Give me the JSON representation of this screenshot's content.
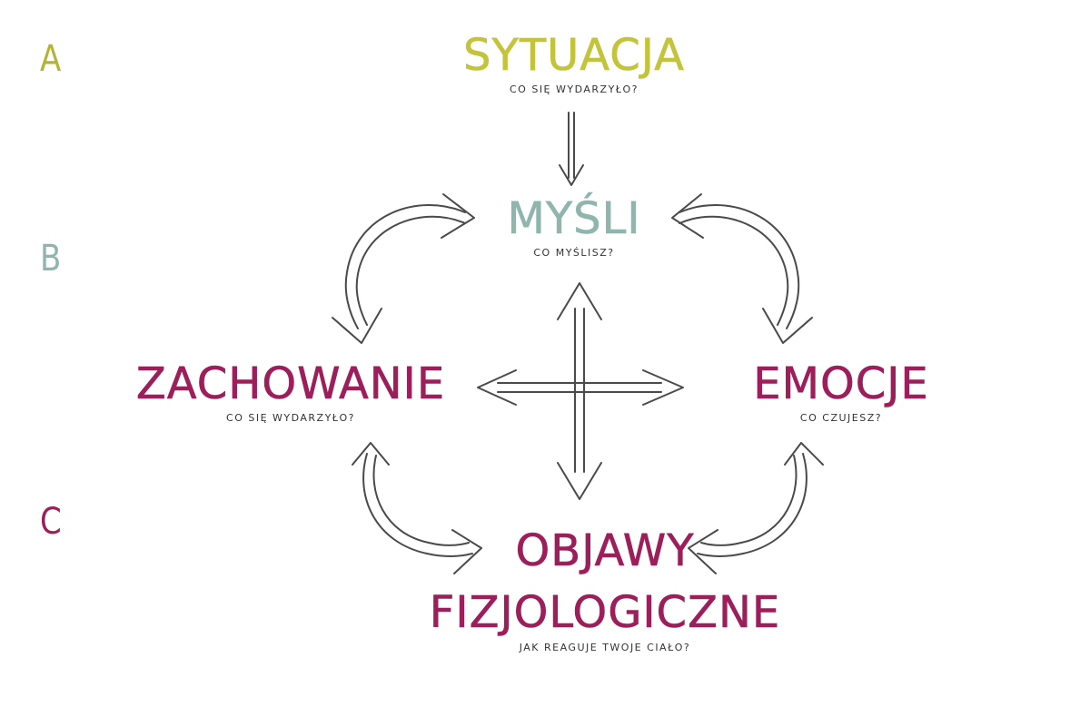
{
  "colors": {
    "situation": "#c4c43a",
    "thoughts": "#8fb5ad",
    "behavior": "#9c1e5a",
    "emotions": "#9c1e5a",
    "physio": "#9c1e5a",
    "letter_a": "#b3b335",
    "letter_b": "#8fb5ad",
    "letter_c": "#9c1e5a",
    "arrow": "#4a4a4a"
  },
  "letters": {
    "a": "A",
    "b": "B",
    "c": "C"
  },
  "situation": {
    "title": "SYTUACJA",
    "subtitle": "CO SIĘ WYDARZYŁO?"
  },
  "thoughts": {
    "title": "MYŚLI",
    "subtitle": "CO MYŚLISZ?"
  },
  "behavior": {
    "title": "ZACHOWANIE",
    "subtitle": "CO SIĘ WYDARZYŁO?"
  },
  "emotions": {
    "title": "EMOCJE",
    "subtitle": "CO CZUJESZ?"
  },
  "physio": {
    "title_line1": "OBJAWY",
    "title_line2": "FIZJOLOGICZNE",
    "subtitle": "JAK REAGUJE TWOJE CIAŁO?"
  },
  "arrow_icons": [
    "situation-to-thoughts-arrow",
    "thoughts-behavior-cycle-arrow",
    "thoughts-emotions-cycle-arrow",
    "behavior-physio-cycle-arrow",
    "emotions-physio-cycle-arrow",
    "central-cross-arrow"
  ]
}
